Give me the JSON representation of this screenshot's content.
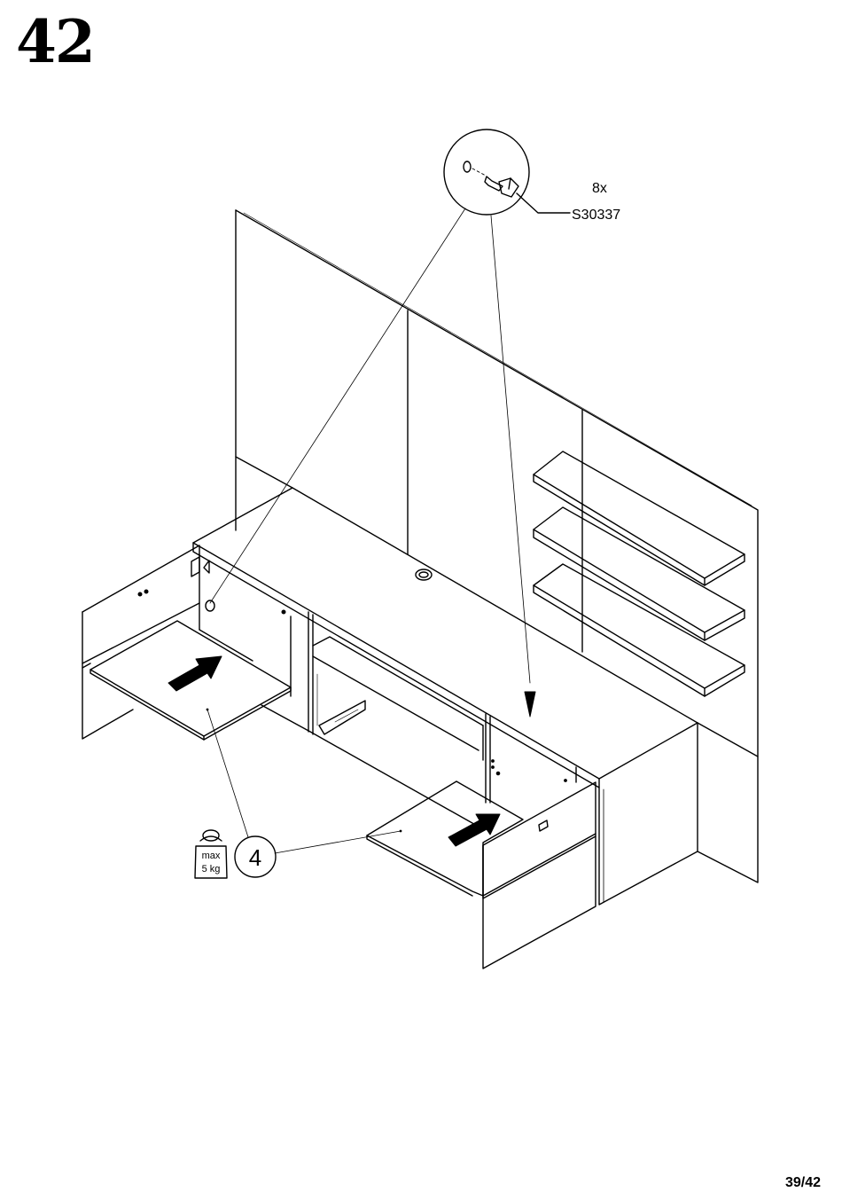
{
  "step": {
    "number": "42"
  },
  "hardware": {
    "quantity": "8x",
    "part_code": "S30337"
  },
  "callout": {
    "number": "4"
  },
  "weight_limit": {
    "line1": "max",
    "line2": "5 kg"
  },
  "footer": {
    "page": "39/42"
  }
}
